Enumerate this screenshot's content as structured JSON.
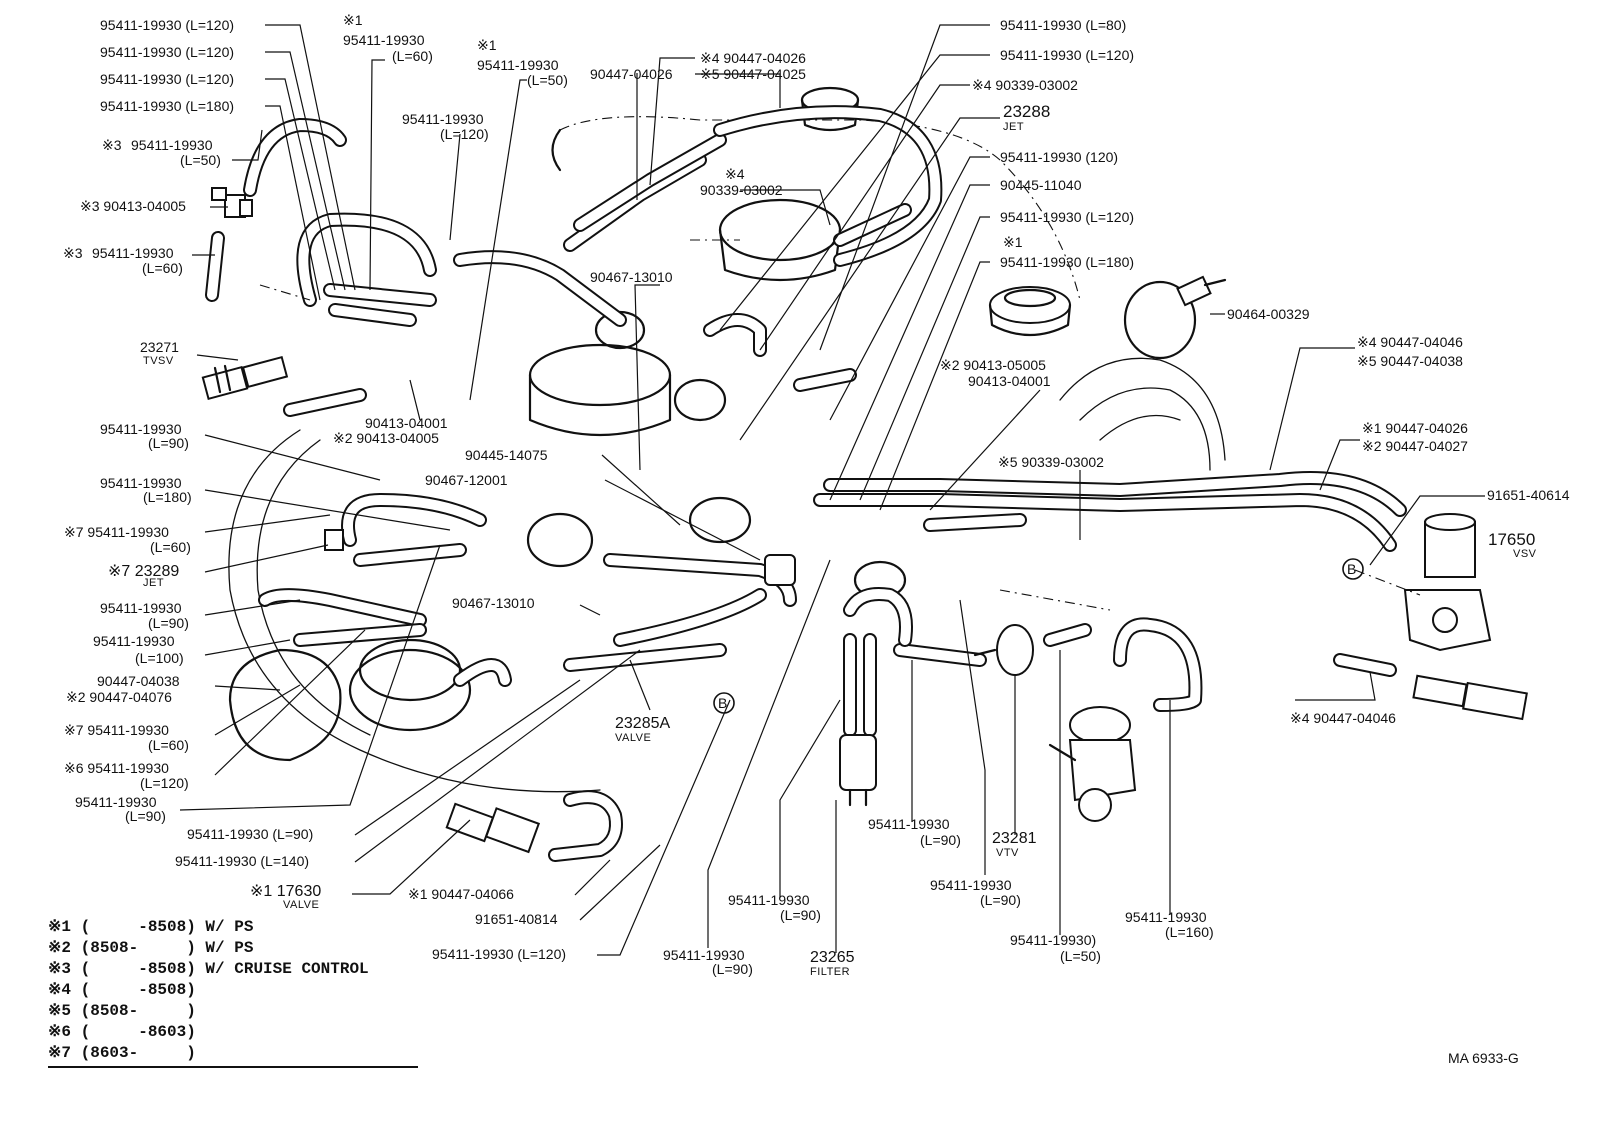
{
  "callouts": {
    "c01": "95411-19930 (L=120)",
    "c02": "95411-19930 (L=120)",
    "c03": "95411-19930 (L=120)",
    "c04": "95411-19930 (L=180)",
    "c05_mark": "※3",
    "c05_a": "95411-19930",
    "c05_b": "(L=50)",
    "c06": "※3 90413-04005",
    "c07_mark": "※3",
    "c07_a": "95411-19930",
    "c07_b": "(L=60)",
    "c08_a": "23271",
    "c08_b": "TVSV",
    "c09_mark": "※1",
    "c09_a": "95411-19930",
    "c09_b": "(L=60)",
    "c10_mark": "※1",
    "c10_a": "95411-19930",
    "c10_b": "(L=50)",
    "c11_a": "95411-19930",
    "c11_b": "(L=120)",
    "c12": "90447-04026",
    "c13": "※4 90447-04026",
    "c14": "※5 90447-04025",
    "c15_mark": "※4",
    "c15_a": "90339-03002",
    "c16": "90467-13010",
    "c17": "90413-04001",
    "c18": "※2 90413-04005",
    "c19": "95411-19930 (L=80)",
    "c20": "95411-19930 (L=120)",
    "c21": "※4 90339-03002",
    "c22_a": "23288",
    "c22_b": "JET",
    "c23": "95411-19930 (120)",
    "c24": "90445-11040",
    "c25": "95411-19930 (L=120)",
    "c26_mark": "※1",
    "c26_a": "95411-19930 (L=180)",
    "c27": "90464-00329",
    "c28": "※4 90447-04046",
    "c29": "※5 90447-04038",
    "c30": "※2 90413-05005",
    "c31": "90413-04001",
    "c32": "※1 90447-04026",
    "c33": "※2 90447-04027",
    "c34": "※5 90339-03002",
    "c35": "91651-40614",
    "c36_a": "17650",
    "c36_b": "VSV",
    "c37": "※4 90447-04046",
    "c38_a": "95411-19930",
    "c38_b": "(L=90)",
    "c39_a": "95411-19930",
    "c39_b": "(L=180)",
    "c40": "90445-14075",
    "c41": "90467-12001",
    "c42_a": "※7 95411-19930",
    "c42_b": "(L=60)",
    "c43_a": "※7 23289",
    "c43_b": "JET",
    "c44_a": "95411-19930",
    "c44_b": "(L=90)",
    "c45_a": "95411-19930",
    "c45_b": "(L=100)",
    "c46": "90447-04038",
    "c47": "※2 90447-04076",
    "c48_a": "※7 95411-19930",
    "c48_b": "(L=60)",
    "c49_a": "※6 95411-19930",
    "c49_b": "(L=120)",
    "c50_a": "95411-19930",
    "c50_b": "(L=90)",
    "c51": "95411-19930 (L=90)",
    "c52": "95411-19930 (L=140)",
    "c53_a": "※1 17630",
    "c53_b": "VALVE",
    "c54": "※1 90447-04066",
    "c55": "91651-40814",
    "c56": "95411-19930 (L=120)",
    "c57": "90467-13010",
    "c58_a": "23285A",
    "c58_b": "VALVE",
    "c59_a": "95411-19930",
    "c59_b": "(L=90)",
    "c60_a": "95411-19930",
    "c60_b": "(L=90)",
    "c61_a": "23265",
    "c61_b": "FILTER",
    "c62_a": "95411-19930",
    "c62_b": "(L=90)",
    "c63_a": "23281",
    "c63_b": "VTV",
    "c64_a": "95411-19930",
    "c64_b": "(L=90)",
    "c65_a": "95411-19930)",
    "c65_b": "(L=50)",
    "c66_a": "95411-19930",
    "c66_b": "(L=160)",
    "marker_b": "B"
  },
  "legend": [
    "※1 (     -8508) W/ PS",
    "※2 (8508-     ) W/ PS",
    "※3 (     -8508) W/ CRUISE CONTROL",
    "※4 (     -8508)",
    "※5 (8508-     )",
    "※6 (     -8603)",
    "※7 (8603-     )"
  ],
  "figure_code": "MA 6933-G"
}
